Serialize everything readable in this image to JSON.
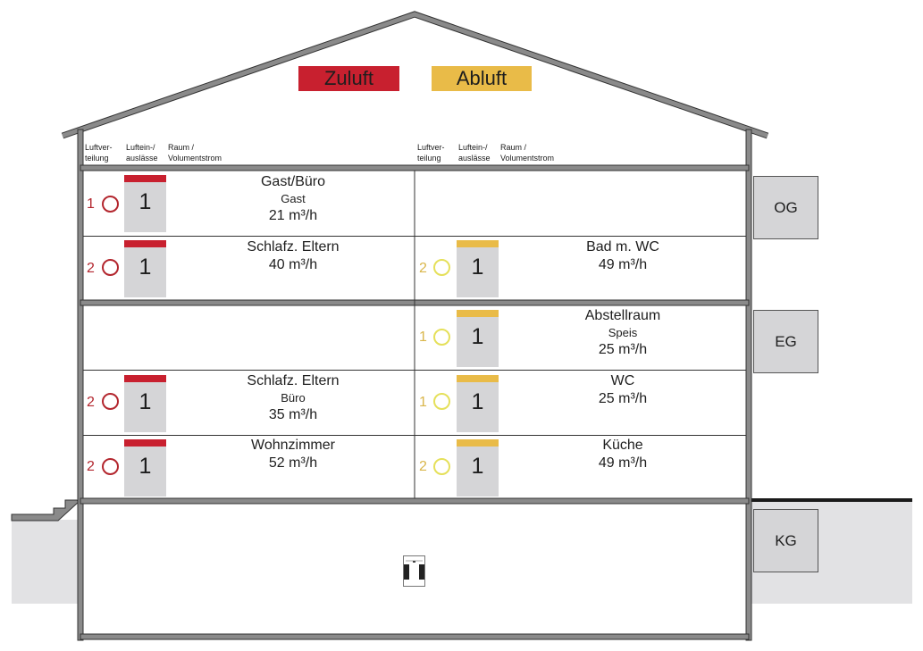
{
  "legend": {
    "supply": {
      "label": "Zuluft",
      "color": "#c8202f"
    },
    "exhaust": {
      "label": "Abluft",
      "color": "#e9bb48"
    }
  },
  "column_headers": {
    "left": {
      "distribution": "Luftver-\nteilung",
      "outlets": "Luftein-/\nauslässe",
      "room": "Raum /\nVolumentstrom"
    },
    "right": {
      "distribution": "Luftver-\nteilung",
      "outlets": "Luftein-/\nauslässe",
      "room": "Raum /\nVolumentstrom"
    }
  },
  "floors": [
    {
      "label": "OG"
    },
    {
      "label": "EG"
    },
    {
      "label": "KG"
    }
  ],
  "rooms": {
    "og_supply_1": {
      "dist": "1",
      "outlets": "1",
      "name": "Gast/Büro",
      "sub": "Gast",
      "flow": "21 m³/h"
    },
    "og_supply_2": {
      "dist": "2",
      "outlets": "1",
      "name": "Schlafz. Eltern",
      "sub": "",
      "flow": "40 m³/h"
    },
    "og_exhaust_1": {
      "dist": "2",
      "outlets": "1",
      "name": "Bad m. WC",
      "sub": "",
      "flow": "49 m³/h"
    },
    "eg_exhaust_1": {
      "dist": "1",
      "outlets": "1",
      "name": "Abstellraum",
      "sub": "Speis",
      "flow": "25 m³/h"
    },
    "eg_supply_1": {
      "dist": "2",
      "outlets": "1",
      "name": "Schlafz. Eltern",
      "sub": "Büro",
      "flow": "35 m³/h"
    },
    "eg_exhaust_2": {
      "dist": "1",
      "outlets": "1",
      "name": "WC",
      "sub": "",
      "flow": "25 m³/h"
    },
    "eg_supply_2": {
      "dist": "2",
      "outlets": "1",
      "name": "Wohnzimmer",
      "sub": "",
      "flow": "52 m³/h"
    },
    "eg_exhaust_3": {
      "dist": "2",
      "outlets": "1",
      "name": "Küche",
      "sub": "",
      "flow": "49 m³/h"
    }
  },
  "ventilation_unit": {
    "icon": "ventilation-unit-icon"
  }
}
